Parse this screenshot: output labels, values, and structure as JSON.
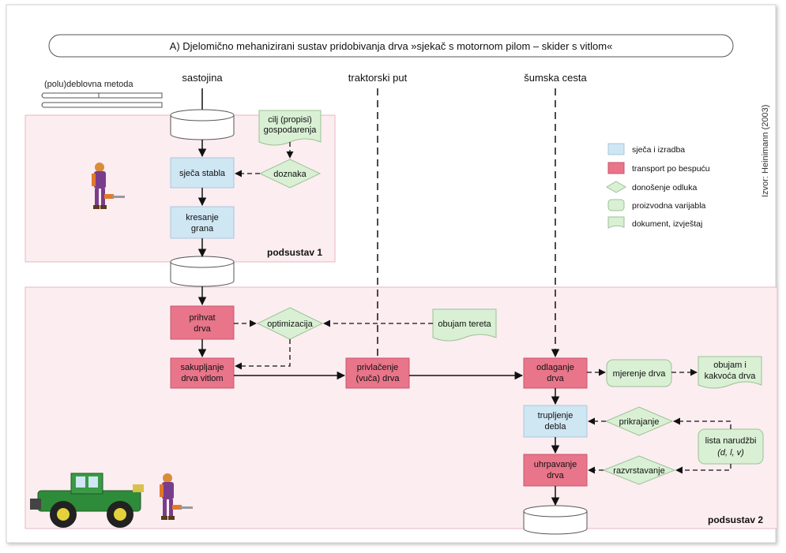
{
  "title": "A) Djelomično mehanizirani sustav pridobivanja drva »sjekač s motornom pilom – skider s vitlom«",
  "method_label": "(polu)deblovna metoda",
  "source": "Izvor: Heinimann (2003)",
  "columns": {
    "stand": "sastojina",
    "tractor_road": "traktorski put",
    "forest_road": "šumska cesta"
  },
  "subsystems": {
    "one": "podsustav 1",
    "two": "podsustav 2"
  },
  "nodes": {
    "goal": [
      "cilj (propisi)",
      "gospodarenja"
    ],
    "marking": "doznaka",
    "felling": "sječa stabla",
    "delimbing": [
      "kresanje",
      "grana"
    ],
    "grab": [
      "prihvat",
      "drva"
    ],
    "optimization": "optimizacija",
    "load_volume": "obujam tereta",
    "winching": [
      "sakupljanje",
      "drva vitlom"
    ],
    "skidding": [
      "privlačenje",
      "(vuča) drva"
    ],
    "landing": [
      "odlaganje",
      "drva"
    ],
    "measuring": "mjerenje drva",
    "volume_quality": [
      "obujam i",
      "kakvoća  drva"
    ],
    "bucking": [
      "trupljenje",
      "debla"
    ],
    "cutting_to_length": "prikrajanje",
    "order_list": [
      "lista narudžbi",
      "(d, l, v)"
    ],
    "piling": [
      "uhrpavanje",
      "drva"
    ],
    "sorting": "razvrstavanje"
  },
  "legend": [
    {
      "label": "sječa i izradba",
      "shape": "rect",
      "color": "#cfe6f3"
    },
    {
      "label": "transport po bespuću",
      "shape": "rect",
      "color": "#e8758a"
    },
    {
      "label": "donošenje odluka",
      "shape": "diamond",
      "color": "#d9f0d4"
    },
    {
      "label": "proizvodna varijabla",
      "shape": "rounded",
      "color": "#d9f0d4"
    },
    {
      "label": "dokument, izvještaj",
      "shape": "document",
      "color": "#d9f0d4"
    }
  ],
  "colors": {
    "blue_box": "#cfe6f3",
    "red_box": "#e8758a",
    "green_shape": "#d9f0d4",
    "subsystem_bg": "#fcedf1",
    "subsystem_border": "#e4b9c2"
  },
  "icons": [
    "chainsaw-worker-icon",
    "skidder-tractor-icon",
    "log-icon",
    "storage-cylinder-icon"
  ]
}
